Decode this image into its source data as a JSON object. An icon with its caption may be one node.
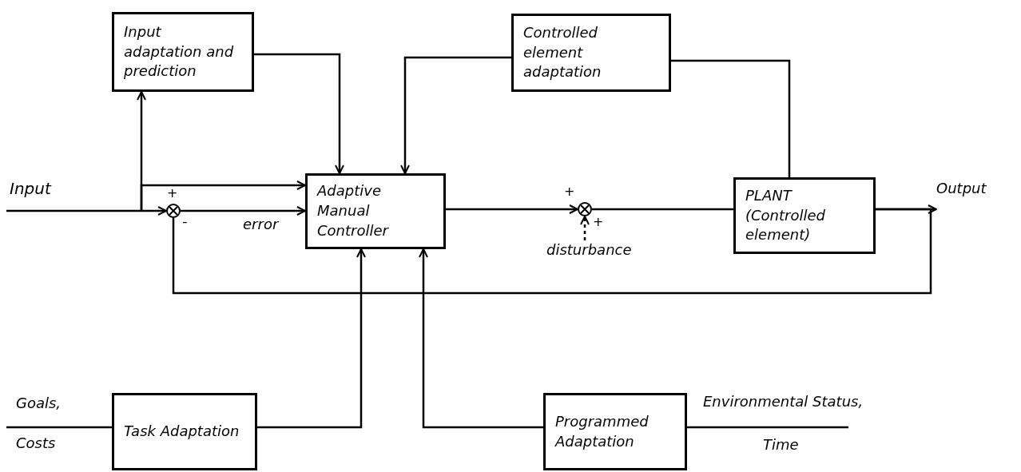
{
  "diagram": {
    "nodes": [
      {
        "text": [
          "Input adaptation and prediction"
        ]
      },
      {
        "text": [
          "Controlled element adaptation"
        ]
      },
      {
        "text": [
          "Adaptive Manual Controller"
        ]
      },
      {
        "text": [
          "PLANT (Controlled element)"
        ]
      },
      {
        "text": [
          "Task Adaptation"
        ]
      },
      {
        "text": [
          "Programmed Adaptation"
        ]
      },
      {
        "text": [],
        "shape": "circle"
      },
      {
        "text": [],
        "shape": "circle"
      },
      {
        "text": [
          "disturbance"
        ]
      },
      {
        "text": [
          "Output"
        ]
      }
    ],
    "edges": [
      {
        "from": null,
        "to": 6,
        "arrow": "to"
      },
      {
        "from": null,
        "to": 0,
        "arrow": "to"
      },
      {
        "from": null,
        "to": 2,
        "arrow": "to"
      },
      {
        "from": 6,
        "to": 2,
        "arrow": "to",
        "label": "error"
      },
      {
        "from": 0,
        "to": 2,
        "arrow": "to"
      },
      {
        "from": 1,
        "to": 2,
        "arrow": "to"
      },
      {
        "from": 2,
        "to": 7,
        "arrow": "to"
      },
      {
        "from": 7,
        "to": 3,
        "arrow": "none"
      },
      {
        "from": 3,
        "to": 9,
        "arrow": "to"
      },
      {
        "from": 3,
        "to": 1,
        "arrow": "none"
      },
      {
        "from": 3,
        "to": 6,
        "arrow": "none"
      },
      {
        "from": 4,
        "to": 2,
        "arrow": "to"
      },
      {
        "from": 5,
        "to": 2,
        "arrow": "to"
      },
      {
        "from": null,
        "to": 4,
        "arrow": "none"
      },
      {
        "from": null,
        "to": 5,
        "arrow": "none"
      },
      {
        "from": 8,
        "to": 7,
        "arrow": "to",
        "style": "dashed"
      }
    ],
    "labels": [
      "Input",
      "+",
      "-",
      "+",
      "+",
      "Goals,",
      "Costs",
      "Environmental Status,",
      "Time"
    ]
  }
}
